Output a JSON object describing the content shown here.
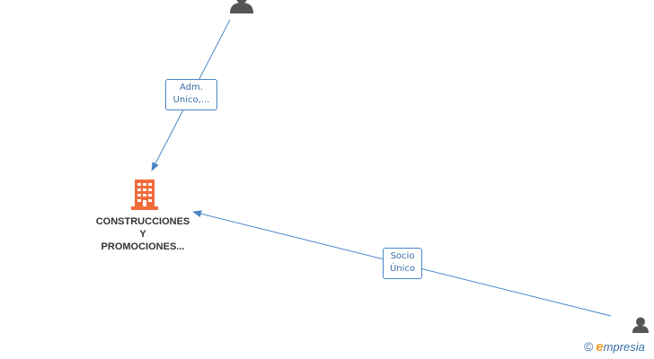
{
  "edges": [
    {
      "label_line1": "Adm.",
      "label_line2": "Unico,..."
    },
    {
      "label_line1": "Socio",
      "label_line2": "Único"
    }
  ],
  "company": {
    "name_line1": "CONSTRUCCIONES",
    "name_line2": "Y",
    "name_line3": "PROMOCIONES...",
    "icon": "building-icon",
    "icon_color": "#f26b3a"
  },
  "persons": [
    {
      "icon": "person-icon",
      "color": "#555555"
    },
    {
      "icon": "person-icon",
      "color": "#555555"
    }
  ],
  "brand": {
    "copyright": "©",
    "e_letter": "e",
    "rest": "mpresia"
  },
  "colors": {
    "edge": "#4a86c8",
    "label_text": "#3a6fa8"
  }
}
